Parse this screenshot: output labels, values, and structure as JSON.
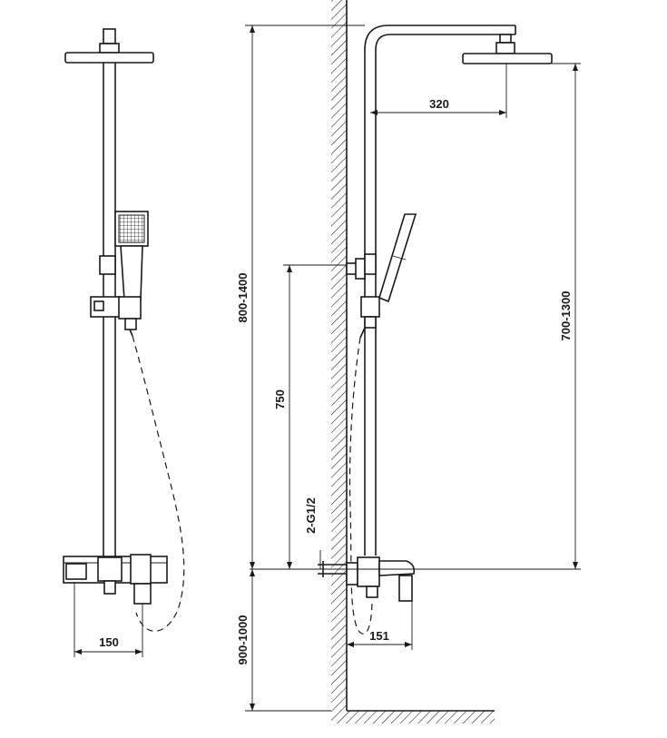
{
  "dimensions": {
    "head_offset": "320",
    "pipe_height": "800-1400",
    "outlet_height": "750",
    "thread": "2-G1/2",
    "head_height": "700-1300",
    "mixer_height": "900-1000",
    "front_spacing": "150",
    "side_projection": "151"
  },
  "colors": {
    "line": "#1a1a1a",
    "background": "#ffffff"
  }
}
